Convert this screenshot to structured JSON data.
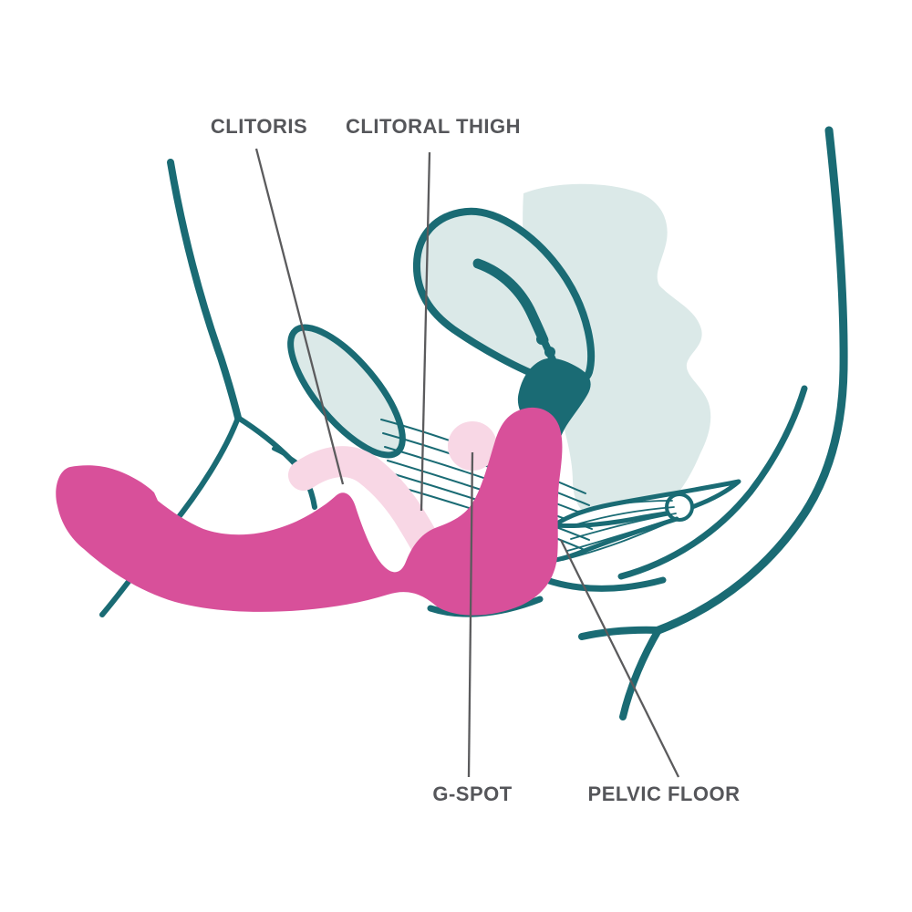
{
  "diagram": {
    "labels": {
      "clitoris": "CLITORIS",
      "clitoral_thigh": "CLITORAL THIGH",
      "g_spot": "G-SPOT",
      "pelvic_floor": "PELVIC FLOOR"
    },
    "colors": {
      "background": "#ffffff",
      "outline_teal": "#1a6b74",
      "anatomy_fill": "#dbe9e8",
      "device_pink": "#d8509a",
      "soft_pink": "#f8d7e5",
      "label_text": "#55565a",
      "pointer_line": "#5b5b5d"
    }
  }
}
